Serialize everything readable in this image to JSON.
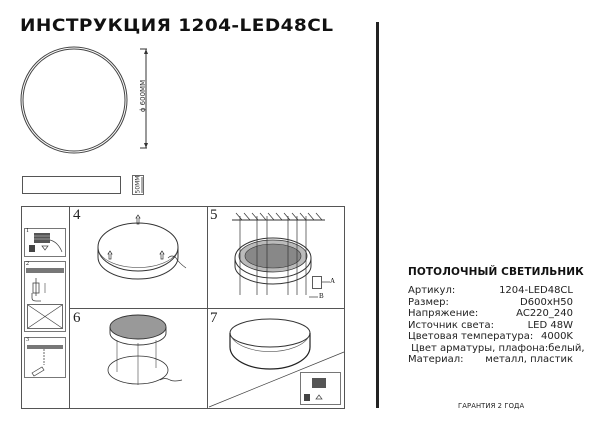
{
  "document": {
    "title": "ИНСТРУКЦИЯ 1204-LED48CL",
    "drawings": {
      "top_view_dimension": "ϕ 600MM",
      "side_view_dimension": "50MM"
    },
    "steps": [
      {
        "number": "1",
        "label": "1"
      },
      {
        "number": "2",
        "label": "2"
      },
      {
        "number": "3",
        "label": "3"
      },
      {
        "number": "4",
        "label": "4"
      },
      {
        "number": "5",
        "label": "5",
        "callouts": [
          "A",
          "B"
        ]
      },
      {
        "number": "6",
        "label": "6"
      },
      {
        "number": "7",
        "label": "7"
      }
    ],
    "product": {
      "heading": "ПОТОЛОЧНЫЙ СВЕТИЛЬНИК",
      "specs": [
        {
          "label": "Артикул:",
          "value": "1204-LED48CL"
        },
        {
          "label": "Размер:",
          "value": "D600xH50"
        },
        {
          "label": "Напряжение:",
          "value": "AC220_240"
        },
        {
          "label": "Источник света:",
          "value": "LED 48W"
        },
        {
          "label": "Цветовая температура:",
          "value": "4000K"
        },
        {
          "label": " Цвет арматуры, плафона:",
          "value": "белый,"
        },
        {
          "label": "Материал:",
          "value": "металл, пластик"
        }
      ],
      "warranty": "ГАРАНТИЯ 2 ГОДА"
    }
  }
}
